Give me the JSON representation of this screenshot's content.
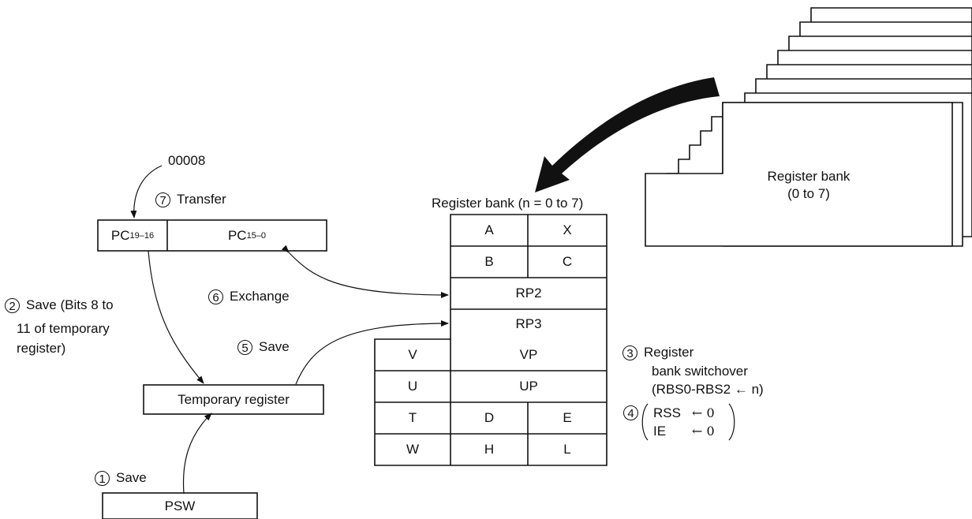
{
  "labels": {
    "addr": "00008",
    "step1_num": "1",
    "step1_text": "Save",
    "step2_num": "2",
    "step2_line1": "Save (Bits 8 to",
    "step2_line2": "11 of temporary",
    "step2_line3": "register)",
    "step3_num": "3",
    "step3_line1": "Register",
    "step3_line2": "bank switchover",
    "step3_line3": "(RBS0-RBS2 ← n)",
    "step4_num": "4",
    "step4_rss": "RSS",
    "step4_ie": "IE",
    "step4_assign": "← 0",
    "step5_num": "5",
    "step5_text": "Save",
    "step6_num": "6",
    "step6_text": "Exchange",
    "step7_num": "7",
    "step7_text": "Transfer"
  },
  "pc": {
    "hi_main": "PC",
    "hi_sub": "19–16",
    "lo_main": "PC",
    "lo_sub": "15–0"
  },
  "temporary_register": "Temporary register",
  "psw": "PSW",
  "bank_title": "Register bank (n = 0 to 7)",
  "bank_cells": {
    "a": "A",
    "x": "X",
    "b": "B",
    "c": "C",
    "rp2": "RP2",
    "rp3": "RP3",
    "v": "V",
    "vp": "VP",
    "u": "U",
    "up": "UP",
    "t": "T",
    "d": "D",
    "e": "E",
    "w": "W",
    "h": "H",
    "l": "L"
  },
  "stack": {
    "line1": "Register bank",
    "line2": "(0 to 7)"
  }
}
